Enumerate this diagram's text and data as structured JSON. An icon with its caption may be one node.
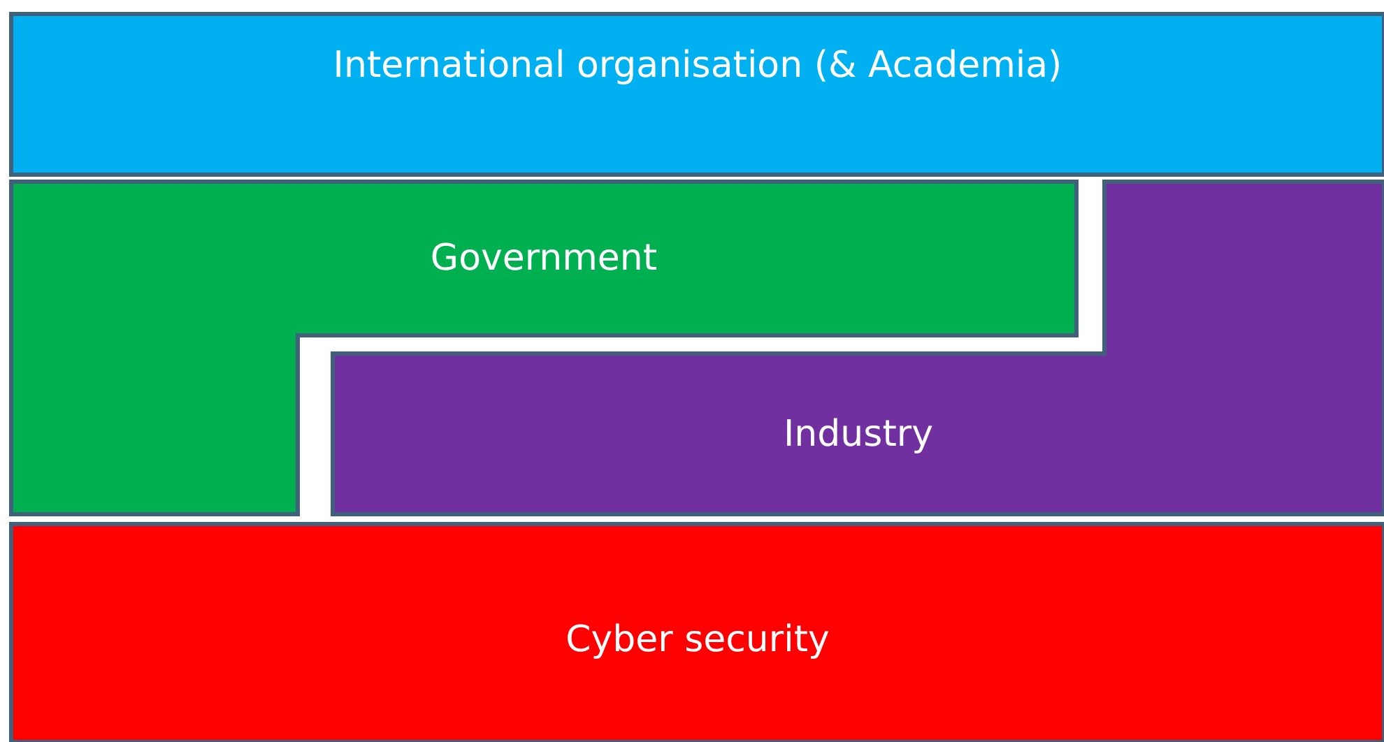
{
  "diagram": {
    "nodes": [
      {
        "text": [
          "International organisation (& Academia)"
        ]
      },
      {
        "text": [
          "Government"
        ]
      },
      {
        "text": [
          "Industry"
        ]
      },
      {
        "text": [
          "Cyber security"
        ]
      }
    ]
  }
}
